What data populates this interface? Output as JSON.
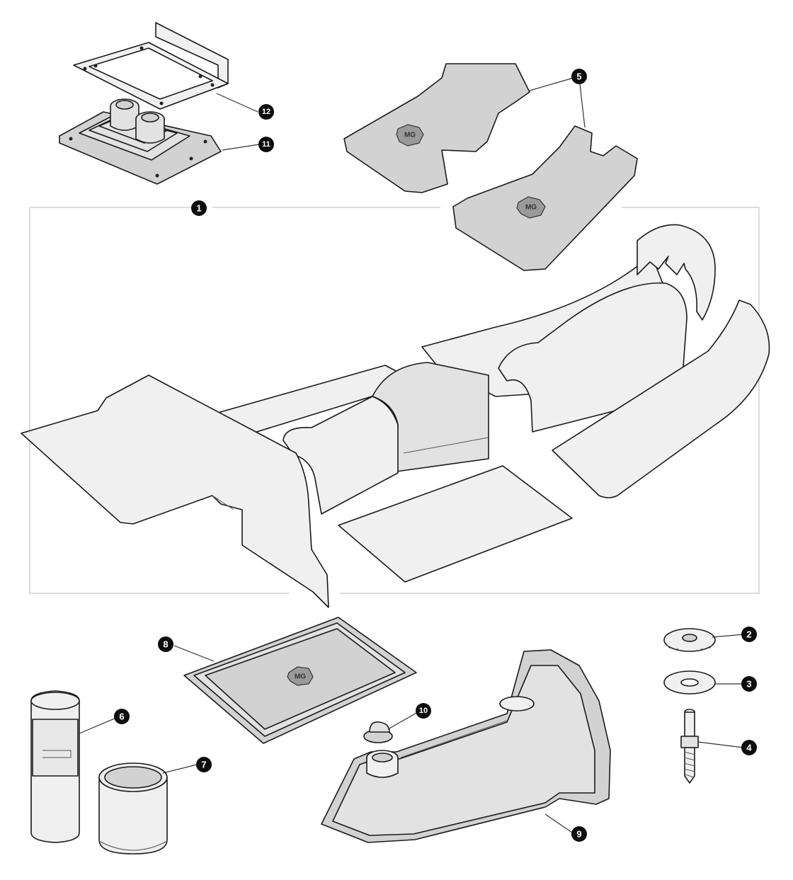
{
  "diagram": {
    "callouts": [
      "1",
      "2",
      "3",
      "4",
      "5",
      "6",
      "7",
      "8",
      "9",
      "10",
      "11",
      "12"
    ],
    "logo_text": "MG",
    "colors": {
      "outline": "#1a1a1a",
      "part_fill": "#f0f0f0",
      "dark_fill": "#d2d2d2",
      "callout": "#0d0d0d",
      "frame": "#c6c6c6"
    }
  }
}
